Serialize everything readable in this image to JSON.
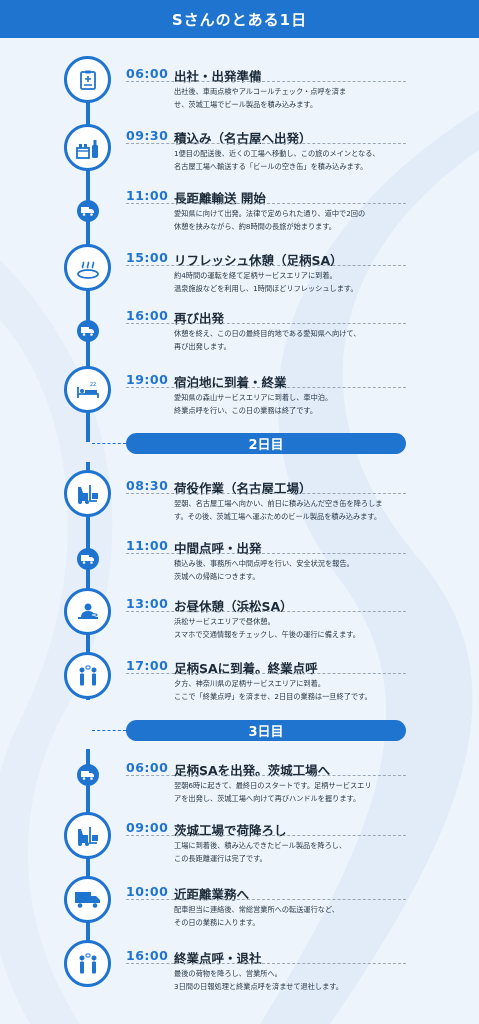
{
  "header": {
    "title": "Sさんのとある1日"
  },
  "days": [
    {
      "label": "",
      "entries": [
        {
          "time": "06:00",
          "title": "出社・出発準備",
          "icon": "clipboard-icon",
          "lines": [
            "出社後、車両点検やアルコールチェック・点呼を済ま",
            "せ、茨城工場でビール製品を積み込みます。"
          ]
        },
        {
          "time": "09:30",
          "title": "積込み（名古屋へ出発）",
          "icon": "bottle-crate-icon",
          "lines": [
            "1便目の配送後、近くの工場へ移動し、この旅のメインとなる、",
            "名古屋工場へ輸送する「ビールの空き缶」を積み込みます。"
          ]
        },
        {
          "time": "11:00",
          "title": "長距離輸送 開始",
          "icon": "truck-icon",
          "lines": [
            "愛知県に向けて出発。法律で定められた通り、道中で2回の",
            "休憩を挟みながら、約8時間の長旅が始まります。"
          ]
        },
        {
          "time": "15:00",
          "title": "リフレッシュ休憩（足柄SA）",
          "icon": "hot-spring-icon",
          "lines": [
            "約4時間の運転を経て足柄サービスエリアに到着。",
            "温泉施設などを利用し、1時間ほどリフレッシュします。"
          ]
        },
        {
          "time": "16:00",
          "title": "再び出発",
          "icon": "truck-icon",
          "lines": [
            "休憩を終え、この日の最終目的地である愛知県へ向けて、",
            "再び出発します。"
          ]
        },
        {
          "time": "19:00",
          "title": "宿泊地に到着・終業",
          "icon": "sleep-bed-icon",
          "lines": [
            "愛知県の森山サービスエリアに到着し、車中泊。",
            "終業点呼を行い、この日の業務は終了です。"
          ]
        }
      ]
    },
    {
      "label": "2日目",
      "entries": [
        {
          "time": "08:30",
          "title": "荷役作業（名古屋工場）",
          "icon": "forklift-icon",
          "lines": [
            "翌朝、名古屋工場へ向かい、前日に積み込んだ空き缶を降ろしま",
            "す。その後、茨城工場へ運ぶためのビール製品を積み込みます。"
          ]
        },
        {
          "time": "11:00",
          "title": "中間点呼・出発",
          "icon": "truck-icon",
          "lines": [
            "積込み後、事務所へ中間点呼を行い、安全状況を報告。",
            "茨城への帰路につきます。"
          ]
        },
        {
          "time": "13:00",
          "title": "お昼休憩（浜松SA）",
          "icon": "lunch-icon",
          "lines": [
            "浜松サービスエリアで昼休憩。",
            "スマホで交通情報をチェックし、午後の運行に備えます。"
          ]
        },
        {
          "time": "17:00",
          "title": "足柄SAに到着。終業点呼",
          "icon": "meeting-icon",
          "lines": [
            "夕方、神奈川県の足柄サービスエリアに到着。",
            "ここで「終業点呼」を済ませ、2日目の業務は一旦終了です。"
          ]
        }
      ]
    },
    {
      "label": "3日目",
      "entries": [
        {
          "time": "06:00",
          "title": "足柄SAを出発。茨城工場へ",
          "icon": "truck-icon",
          "lines": [
            "翌朝6時に起きて、最終日のスタートです。足柄サービスエリ",
            "アを出発し、茨城工場へ向けて再びハンドルを握ります。"
          ]
        },
        {
          "time": "09:00",
          "title": "茨城工場で荷降ろし",
          "icon": "forklift-icon",
          "lines": [
            "工場に到着後、積み込んできたビール製品を降ろし、",
            "この長距離運行は完了です。"
          ]
        },
        {
          "time": "10:00",
          "title": "近距離業務へ",
          "icon": "delivery-truck-icon",
          "lines": [
            "配車担当に連絡後、常総営業所への転送運行など、",
            "その日の業務に入ります。"
          ]
        },
        {
          "time": "16:00",
          "title": "終業点呼・退社",
          "icon": "meeting-icon",
          "lines": [
            "最後の荷物を降ろし、営業所へ。",
            "3日間の日報処理と終業点呼を済ませて退社します。"
          ]
        }
      ]
    }
  ],
  "colors": {
    "accent": "#1f74cf",
    "background": "#eef4fb",
    "text": "#1c2b3a"
  }
}
